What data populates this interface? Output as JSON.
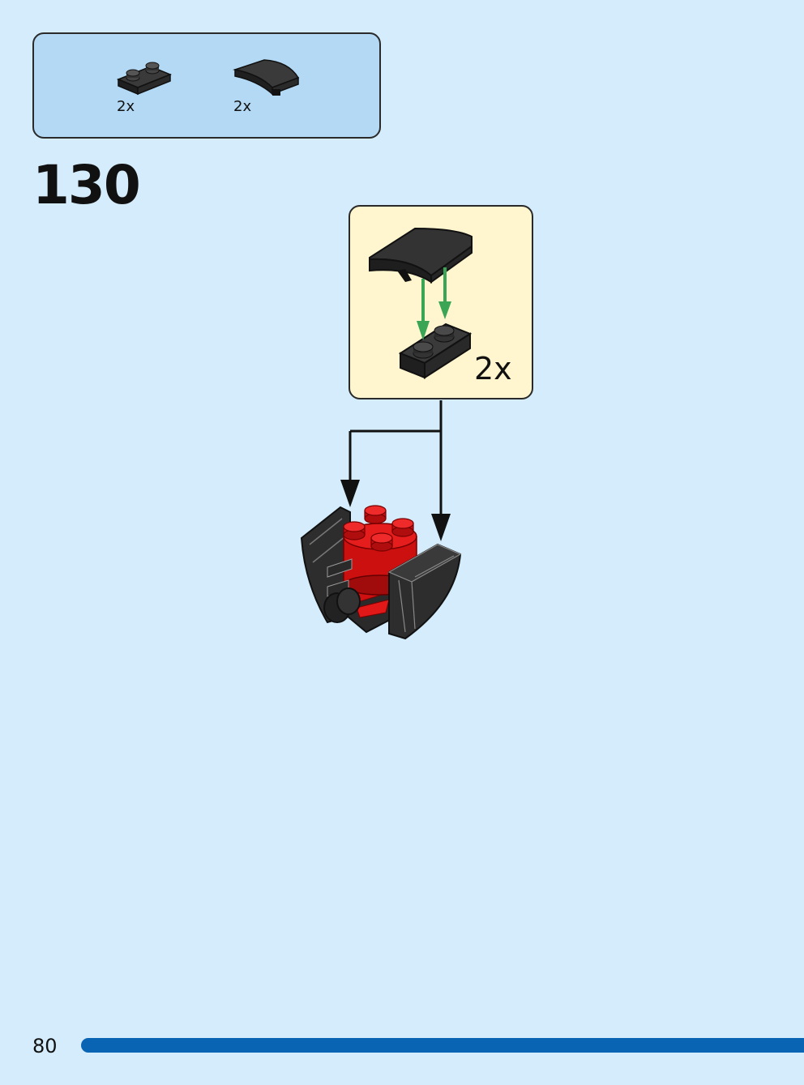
{
  "parts_list": {
    "items": [
      {
        "icon": "black-plate-1x2-icon",
        "quantity": "2x"
      },
      {
        "icon": "black-curved-slope-icon",
        "quantity": "2x"
      }
    ]
  },
  "step": {
    "number": "130"
  },
  "subassembly": {
    "quantity": "2x"
  },
  "footer": {
    "page_number": "80"
  },
  "colors": {
    "background": "#d4ecfb",
    "parts_box": "#b3d9f4",
    "subassembly_box": "#fff6cf",
    "brick_black": "#2b2b2b",
    "brick_red": "#d01010",
    "arrow_green": "#3aa655",
    "page_bar": "#0a64b4"
  }
}
